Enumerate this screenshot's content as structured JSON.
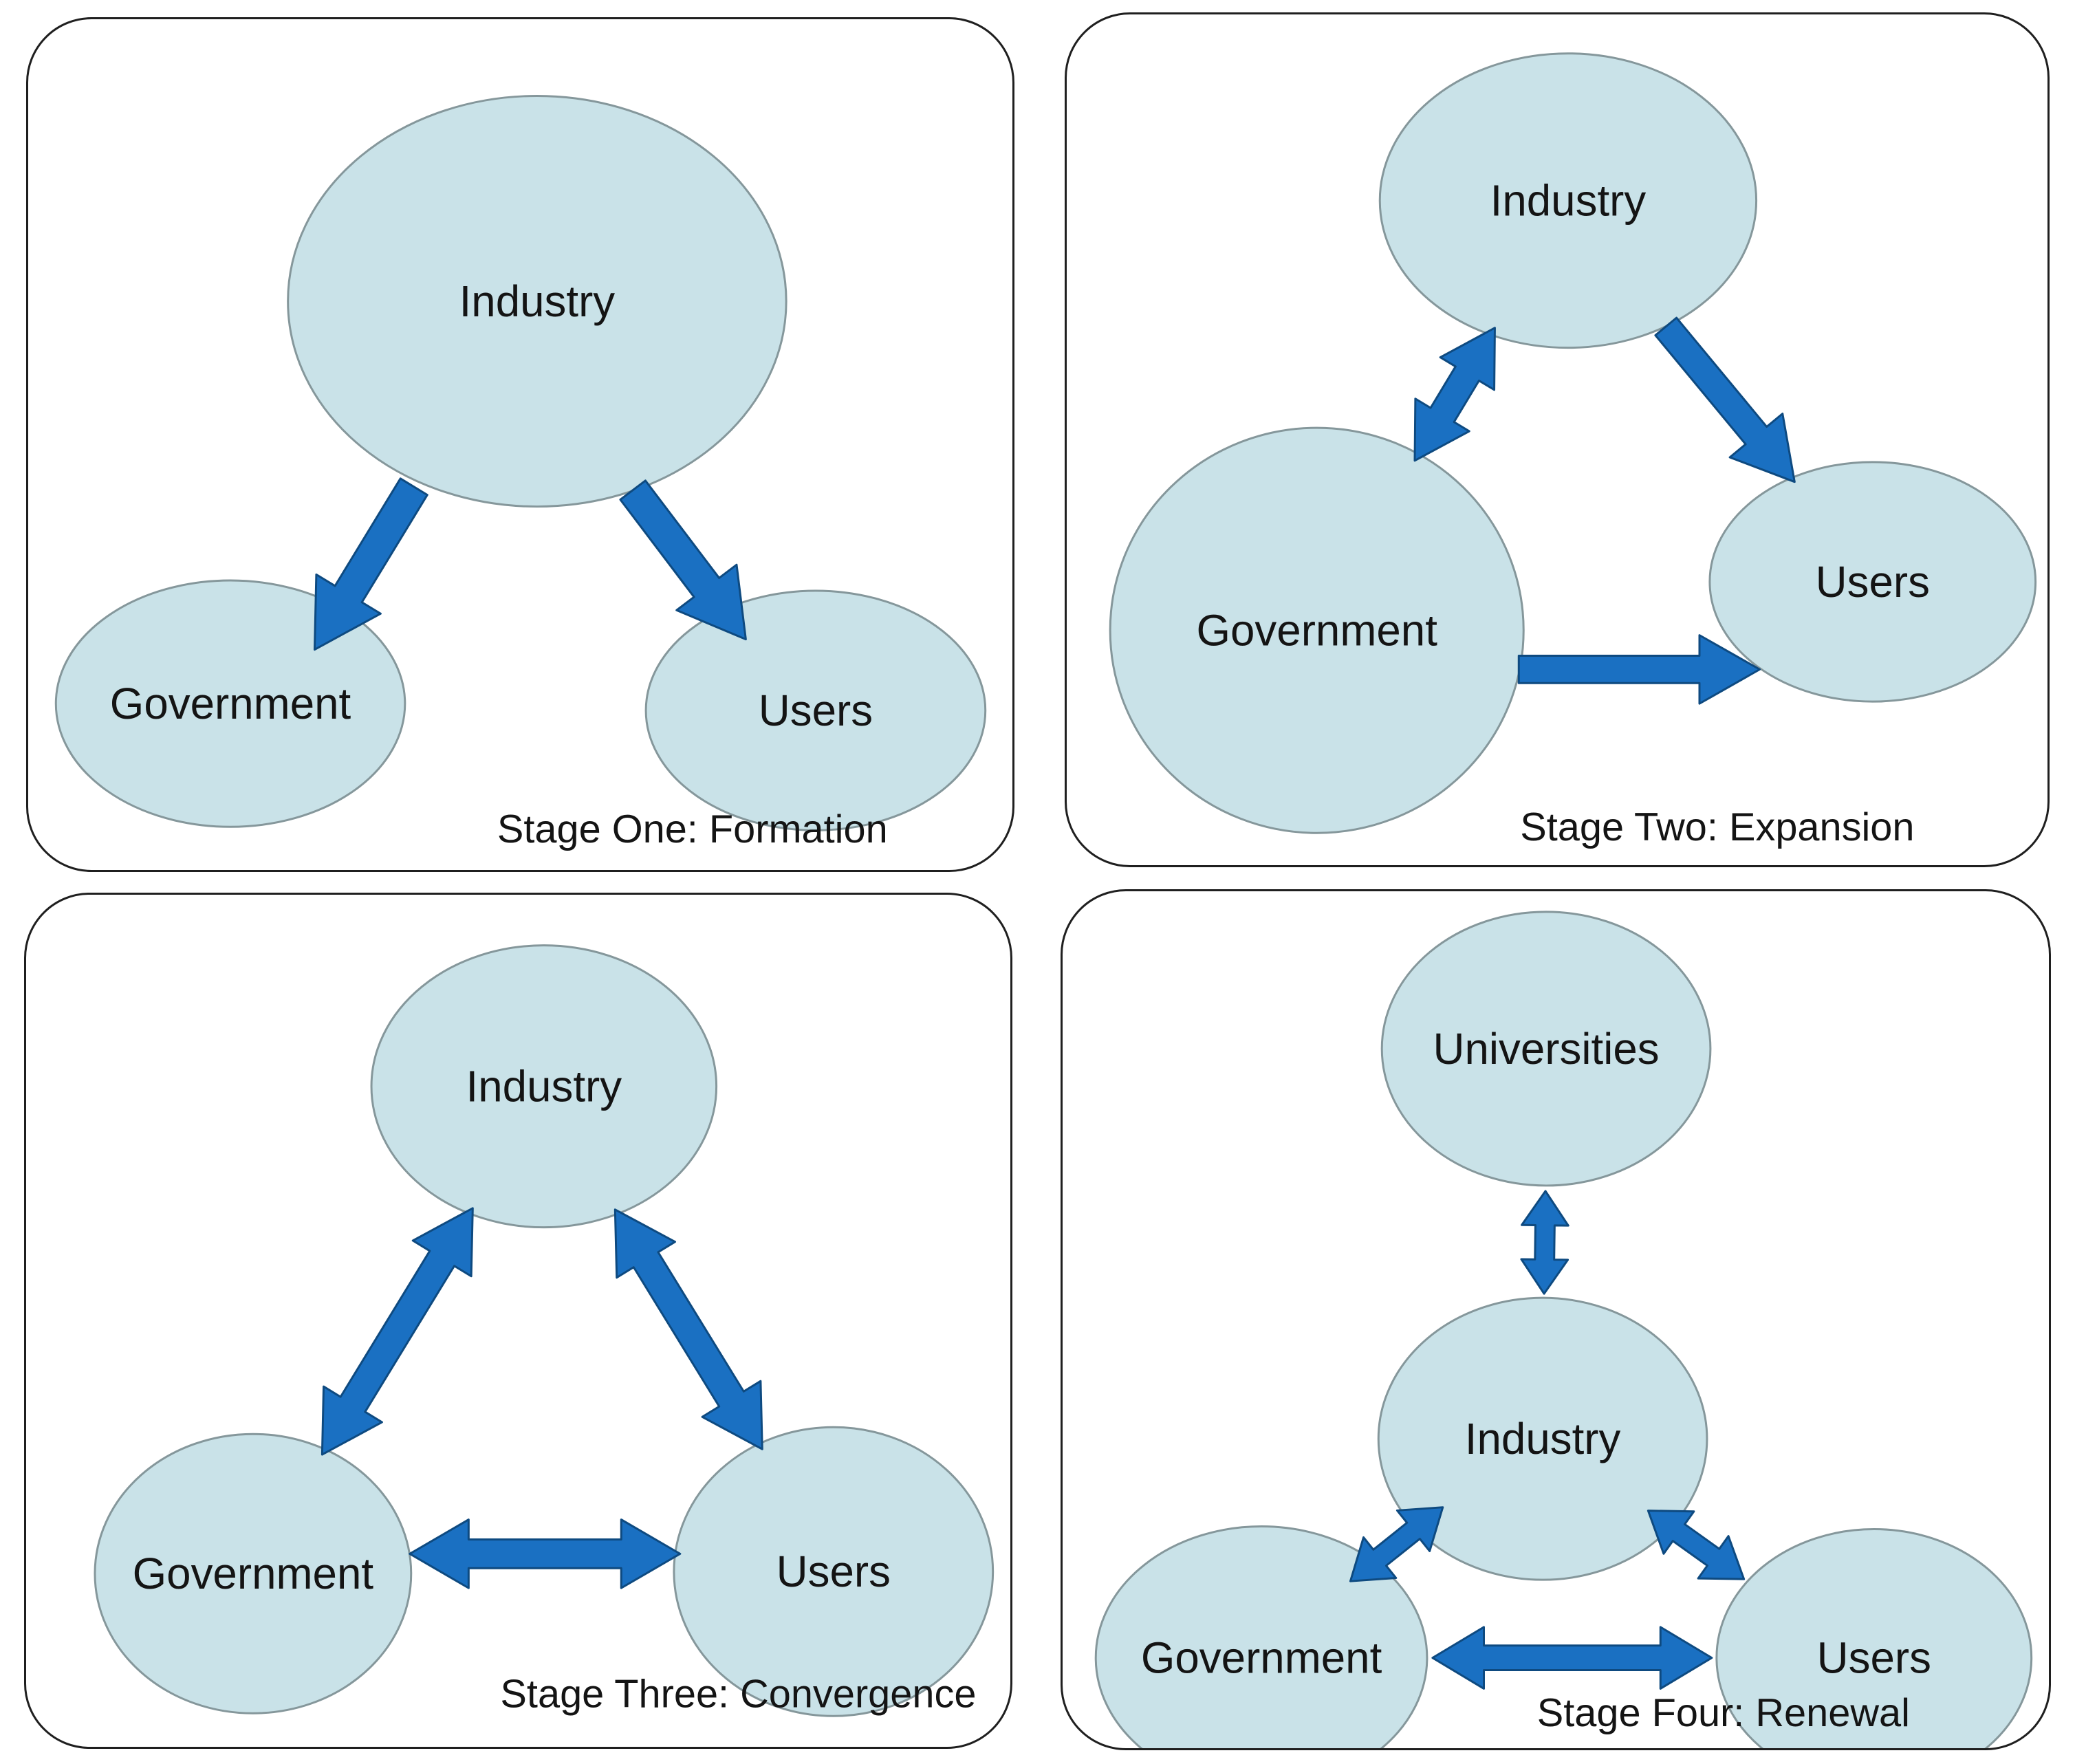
{
  "figure": {
    "panels": [
      {
        "caption": "Stage One: Formation",
        "nodes": [
          {
            "label": "Industry"
          },
          {
            "label": "Government"
          },
          {
            "label": "Users"
          }
        ],
        "edges": [
          {
            "from": "Industry",
            "to": "Government",
            "type": "one-way"
          },
          {
            "from": "Industry",
            "to": "Users",
            "type": "one-way"
          }
        ]
      },
      {
        "caption": "Stage Two: Expansion",
        "nodes": [
          {
            "label": "Industry"
          },
          {
            "label": "Government"
          },
          {
            "label": "Users"
          }
        ],
        "edges": [
          {
            "from": "Government",
            "to": "Industry",
            "type": "two-way"
          },
          {
            "from": "Industry",
            "to": "Users",
            "type": "one-way"
          },
          {
            "from": "Government",
            "to": "Users",
            "type": "one-way"
          }
        ]
      },
      {
        "caption": "Stage Three: Convergence",
        "nodes": [
          {
            "label": "Industry"
          },
          {
            "label": "Government"
          },
          {
            "label": "Users"
          }
        ],
        "edges": [
          {
            "from": "Government",
            "to": "Industry",
            "type": "two-way"
          },
          {
            "from": "Industry",
            "to": "Users",
            "type": "two-way"
          },
          {
            "from": "Government",
            "to": "Users",
            "type": "two-way"
          }
        ]
      },
      {
        "caption": "Stage Four: Renewal",
        "nodes": [
          {
            "label": "Universities"
          },
          {
            "label": "Industry"
          },
          {
            "label": "Government"
          },
          {
            "label": "Users"
          }
        ],
        "edges": [
          {
            "from": "Universities",
            "to": "Industry",
            "type": "two-way"
          },
          {
            "from": "Government",
            "to": "Industry",
            "type": "two-way"
          },
          {
            "from": "Industry",
            "to": "Users",
            "type": "two-way"
          },
          {
            "from": "Government",
            "to": "Users",
            "type": "two-way"
          }
        ]
      }
    ]
  },
  "colors": {
    "panel-border": "#1f1f1f",
    "node-fill": "#c9e2e8",
    "node-stroke": "#85979b",
    "arrow-fill": "#1a70c2",
    "arrow-stroke": "#0e4a80",
    "label-color": "#141414"
  }
}
